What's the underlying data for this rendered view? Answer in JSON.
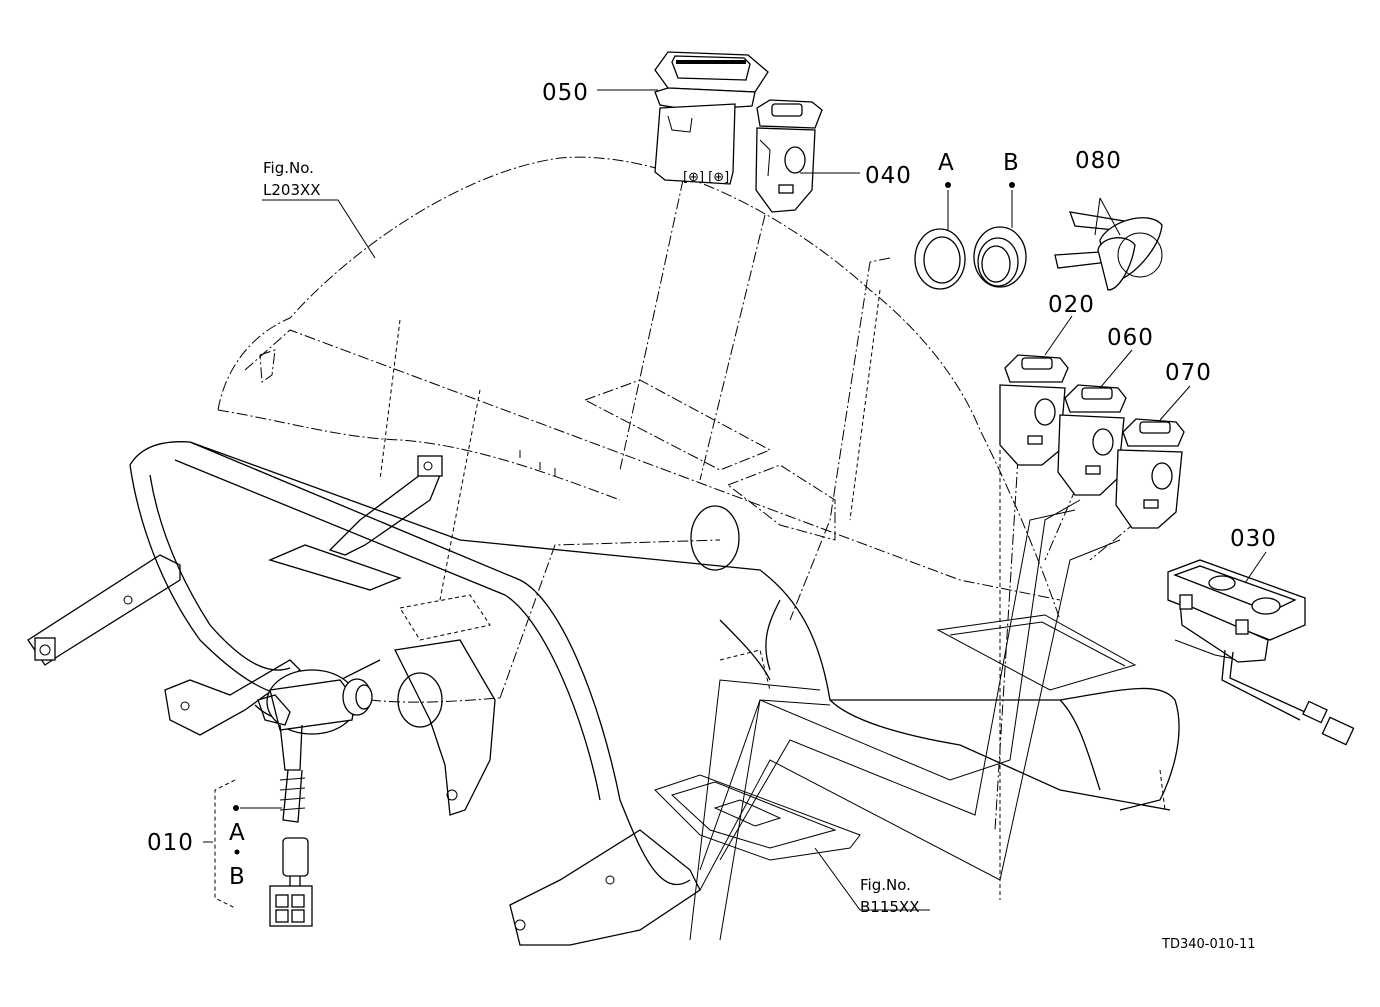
{
  "diagram": {
    "parts": {
      "p010": "010",
      "p020": "020",
      "p030": "030",
      "p040": "040",
      "p050": "050",
      "p060": "060",
      "p070": "070",
      "p080": "080"
    },
    "markers": {
      "a": "A",
      "b": "B",
      "a_sub": "A",
      "b_sub": "B"
    },
    "references": {
      "top": {
        "line1": "Fig.No.",
        "line2": "L203XX"
      },
      "bottom": {
        "line1": "Fig.No.",
        "line2": "B115XX"
      }
    },
    "drawing_code": "TD340-010-11"
  }
}
